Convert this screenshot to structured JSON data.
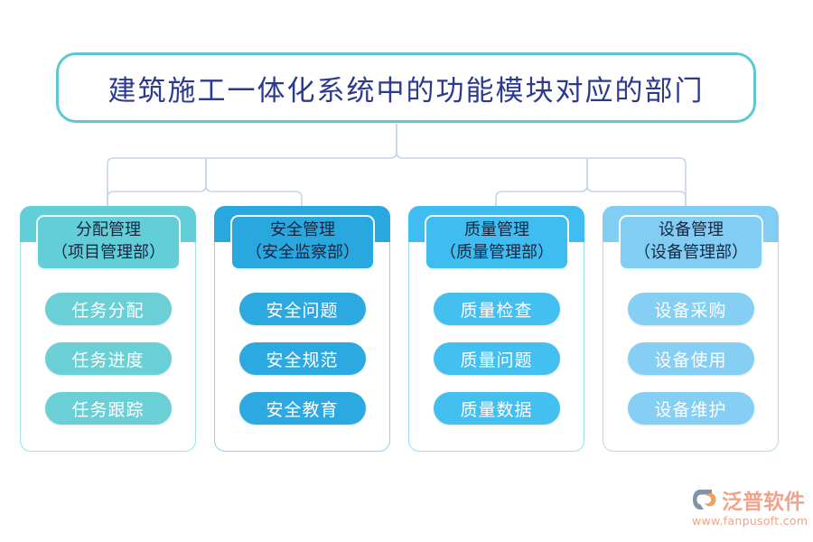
{
  "title": {
    "text": "建筑施工一体化系统中的功能模块对应的部门",
    "border_color": "#5ec8d2",
    "text_color": "#2b3a8f"
  },
  "connectors": {
    "line_color": "#c6d4e8"
  },
  "columns": [
    {
      "head_line1": "分配管理",
      "head_line2": "（项目管理部）",
      "band_color": "#62ced7",
      "pill_color": "#6ad0d5",
      "border_color": "#9fe2e8",
      "items": [
        "任务分配",
        "任务进度",
        "任务跟踪"
      ]
    },
    {
      "head_line1": "安全管理",
      "head_line2": "（安全监察部）",
      "band_color": "#29a8e0",
      "pill_color": "#2ca9e1",
      "border_color": "#8fd3f0",
      "items": [
        "安全问题",
        "安全规范",
        "安全教育"
      ]
    },
    {
      "head_line1": "质量管理",
      "head_line2": "（质量管理部）",
      "band_color": "#3fbdf0",
      "pill_color": "#43bff0",
      "border_color": "#9adcf6",
      "items": [
        "质量检查",
        "质量问题",
        "质量数据"
      ]
    },
    {
      "head_line1": "设备管理",
      "head_line2": "（设备管理部）",
      "band_color": "#82cdf4",
      "pill_color": "#85cff5",
      "border_color": "#aadef8",
      "items": [
        "设备采购",
        "设备使用",
        "设备维护"
      ]
    }
  ],
  "watermark": {
    "brand": "泛普软件",
    "url": "www.fanpusoft.com",
    "color": "#f0a389",
    "mark_blue": "#7f93ab",
    "mark_orange": "#f0a060"
  }
}
